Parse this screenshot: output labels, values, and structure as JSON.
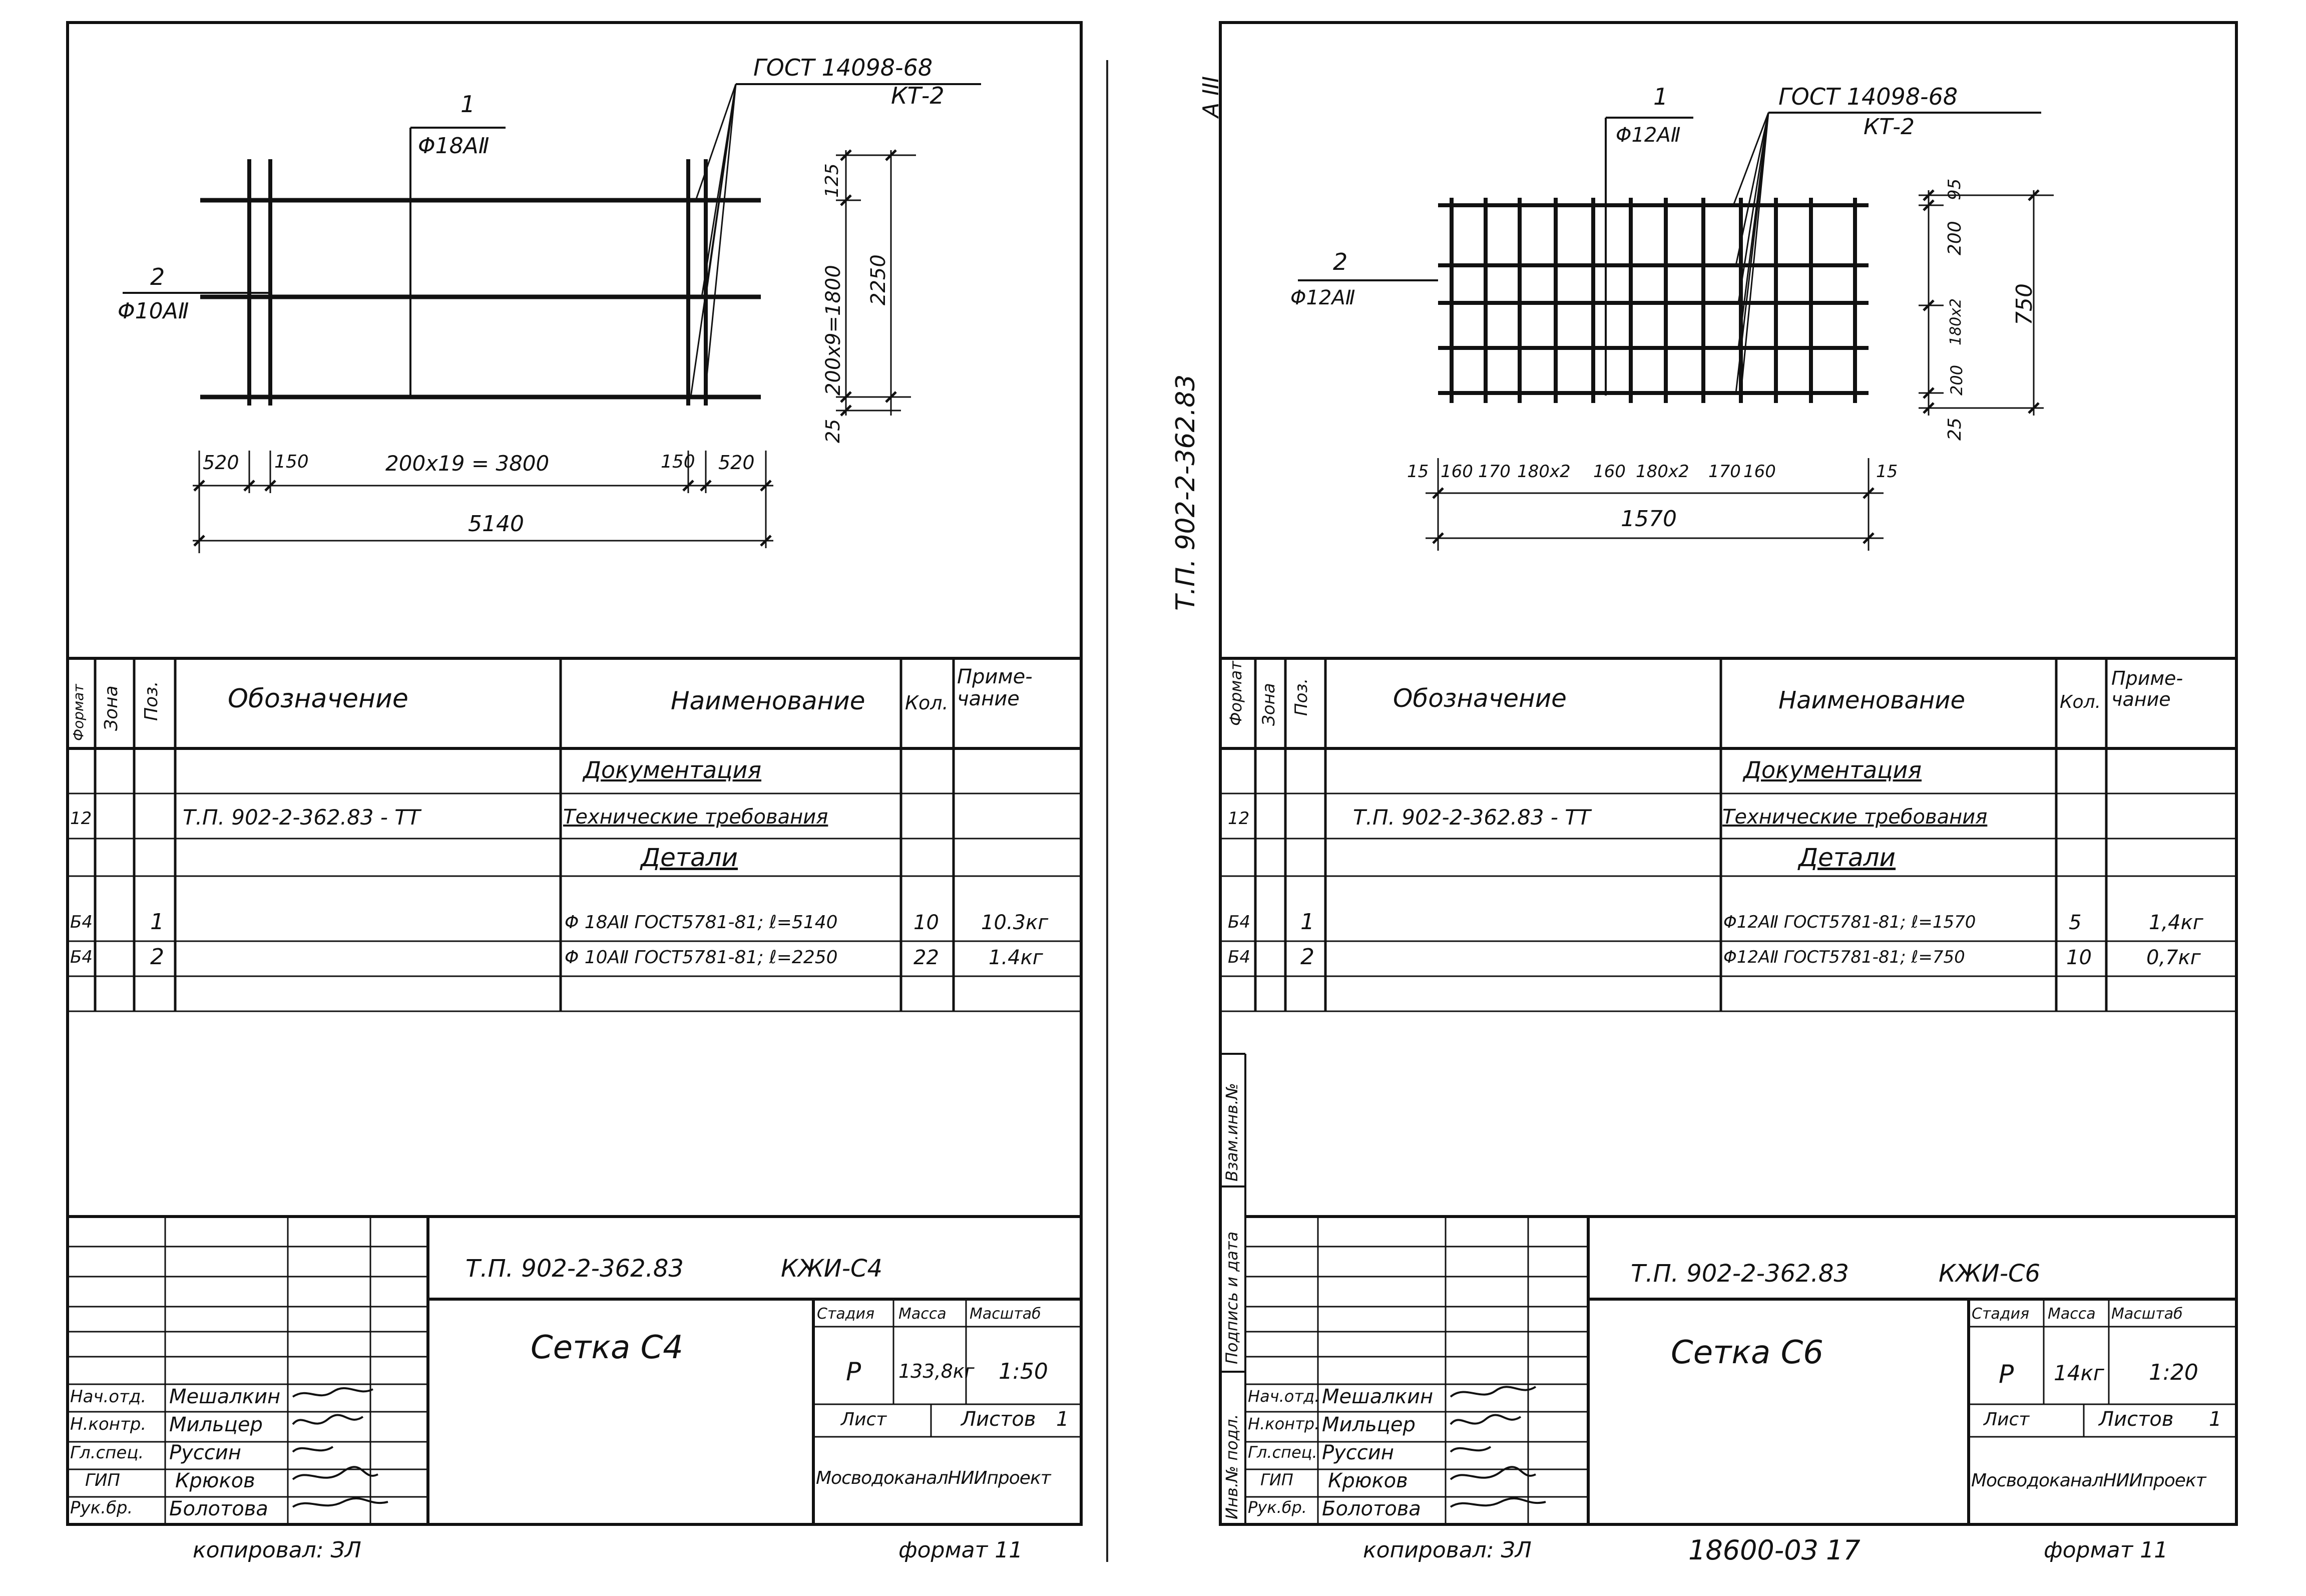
{
  "divider": "",
  "left": {
    "drawing": {
      "leader1": {
        "num": "1",
        "spec": "Φ18AⅡ"
      },
      "leader2": {
        "num": "2",
        "spec": "Φ10AⅡ"
      },
      "gost": "ГОСТ 14098-68",
      "gost_type": "КТ-2",
      "dim_v1": "200x9=1800",
      "dim_v2": "125",
      "dim_v3": "2250",
      "dim_v4": "25",
      "dim_h": [
        "520",
        "150",
        "200x19 = 3800",
        "150",
        "520"
      ],
      "dim_total": "5140"
    },
    "spec_header": {
      "format": "Формат",
      "zone": "Зона",
      "pos": "Поз.",
      "designation": "Обозначение",
      "name": "Наименование",
      "qty": "Кол.",
      "note": "Приме-чание"
    },
    "spec_rows": {
      "documentation": "Документация",
      "tt_format": "12",
      "tt_designation": "Т.П. 902-2-362.83 - ТТ",
      "tt_name": "Технические требования",
      "details": "Детали",
      "r1": {
        "format": "Б4",
        "pos": "1",
        "name": "Φ 18AⅡ ГОСТ5781-81; ℓ=5140",
        "qty": "10",
        "note": "10.3кг"
      },
      "r2": {
        "format": "Б4",
        "pos": "2",
        "name": "Φ 10AⅡ ГОСТ5781-81; ℓ=2250",
        "qty": "22",
        "note": "1.4кг"
      }
    },
    "title_block": {
      "code": "Т.П. 902-2-362.83",
      "code2": "КЖИ-С4",
      "title": "Сетка С4",
      "stage_label": "Стадия",
      "mass_label": "Масса",
      "scale_label": "Масштаб",
      "stage": "Р",
      "mass": "133,8кг",
      "scale": "1:50",
      "sheet_label": "Лист",
      "sheets_label": "Листов",
      "sheets_value": "1",
      "org": "МосводоканалНИИпроект",
      "roles": [
        "Нач.отд.",
        "Н.контр.",
        "Гл.спец.",
        "ГИП",
        "Рук.бр."
      ],
      "names": [
        "Мешалкин",
        "Мильцер",
        "Руссин",
        "Крюков",
        "Болотова"
      ]
    },
    "copied": "копировал: ЗЛ",
    "format": "формат 11"
  },
  "right": {
    "stamp_corner": "А III",
    "vertical_code": "Т.П. 902-2-362.83",
    "side_labels": [
      "Взам.инв.№",
      "Подпись и дата",
      "Инв.№ подл."
    ],
    "drawing": {
      "leader1": {
        "num": "1",
        "spec": "Φ12AⅡ"
      },
      "leader2": {
        "num": "2",
        "spec": "Φ12AⅡ"
      },
      "gost": "ГОСТ 14098-68",
      "gost_type": "КТ-2",
      "dim_v1": "200",
      "dim_v2": "95",
      "dim_v3": "750",
      "dim_v4": "25",
      "dim_v5": "180x2",
      "dim_v6": "200",
      "dim_h": [
        "15",
        "160",
        "170",
        "180x2",
        "160",
        "180x2",
        "170",
        "160",
        "15"
      ],
      "dim_total": "1570"
    },
    "spec_header": {
      "format": "Формат",
      "zone": "Зона",
      "pos": "Поз.",
      "designation": "Обозначение",
      "name": "Наименование",
      "qty": "Кол.",
      "note": "Приме-чание"
    },
    "spec_rows": {
      "documentation": "Документация",
      "tt_format": "12",
      "tt_designation": "Т.П. 902-2-362.83 - ТТ",
      "tt_name": "Технические требования",
      "details": "Детали",
      "r1": {
        "format": "Б4",
        "pos": "1",
        "name": "Φ12AⅡ ГОСТ5781-81; ℓ=1570",
        "qty": "5",
        "note": "1,4кг"
      },
      "r2": {
        "format": "Б4",
        "pos": "2",
        "name": "Φ12AⅡ ГОСТ5781-81; ℓ=750",
        "qty": "10",
        "note": "0,7кг"
      }
    },
    "title_block": {
      "code": "Т.П. 902-2-362.83",
      "code2": "КЖИ-С6",
      "title": "Сетка С6",
      "stage_label": "Стадия",
      "mass_label": "Масса",
      "scale_label": "Масштаб",
      "stage": "Р",
      "mass": "14кг",
      "scale": "1:20",
      "sheet_label": "Лист",
      "sheets_label": "Листов",
      "sheets_value": "1",
      "org": "МосводоканалНИИпроект",
      "roles": [
        "Нач.отд.",
        "Н.контр.",
        "Гл.спец.",
        "ГИП",
        "Рук.бр."
      ],
      "names": [
        "Мешалкин",
        "Мильцер",
        "Руссин",
        "Крюков",
        "Болотова"
      ]
    },
    "copied": "копировал: ЗЛ",
    "doc_number": "18600-03",
    "page_number": "17",
    "format": "формат 11"
  }
}
